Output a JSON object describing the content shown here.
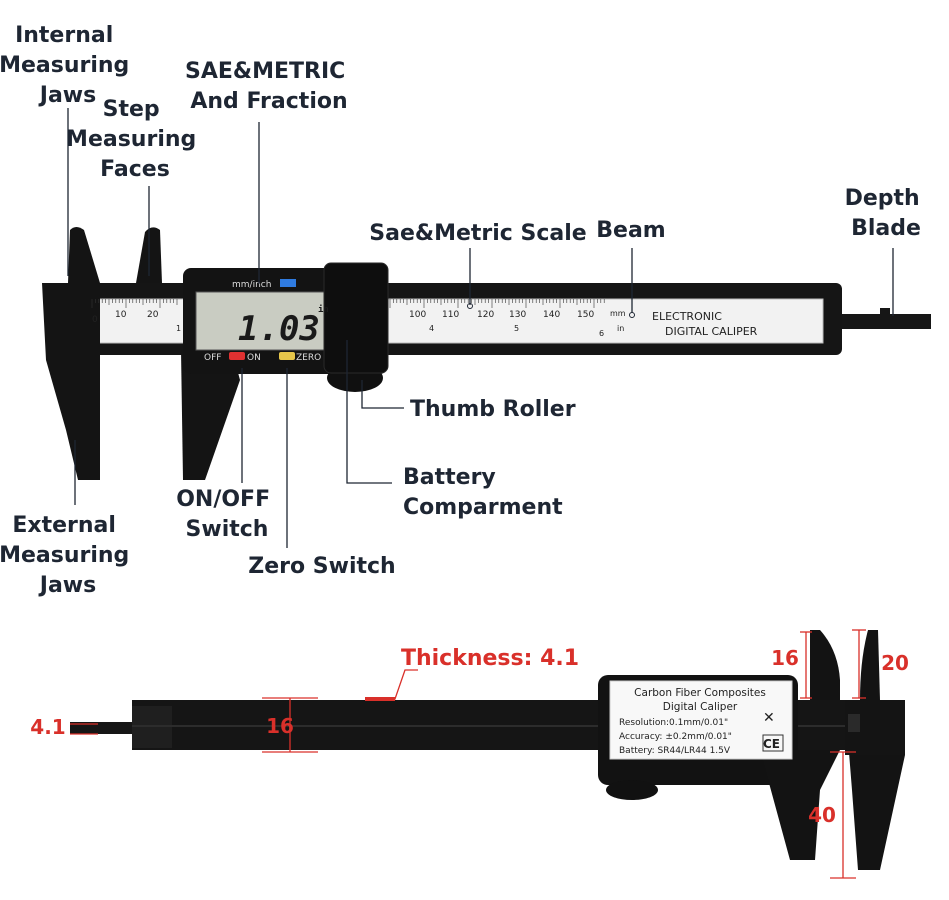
{
  "labels": {
    "internal_jaws": [
      "Internal",
      "Measuring",
      "Jaws"
    ],
    "step_faces": [
      "Step",
      "Measuring",
      "Faces"
    ],
    "sae_metric_fraction": [
      "SAE&METRIC",
      "And Fraction"
    ],
    "sae_metric_scale": "Sae&Metric Scale",
    "beam": "Beam",
    "depth_blade": [
      "Depth",
      "Blade"
    ],
    "thumb_roller": "Thumb Roller",
    "battery": [
      "Battery",
      "Comparment"
    ],
    "external_jaws": [
      "External",
      "Measuring",
      "Jaws"
    ],
    "on_off_switch": [
      "ON/OFF",
      "Switch"
    ],
    "zero_switch": "Zero Switch"
  },
  "device": {
    "mm_inch": "mm/inch",
    "reading": "1.03",
    "reading_unit": "in",
    "off": "OFF",
    "on": "ON",
    "zero": "ZERO",
    "scale_mm_ticks": [
      "0",
      "10",
      "20",
      "100",
      "110",
      "120",
      "130",
      "140",
      "150"
    ],
    "scale_in_ticks": [
      "1",
      "4",
      "5",
      "6"
    ],
    "unit_mm": "mm",
    "unit_in": "in",
    "title_line1": "ELECTRONIC",
    "title_line2": "DIGITAL CALIPER"
  },
  "back_label": {
    "line1": "Carbon Fiber Composites",
    "line2": "Digital Caliper",
    "resolution": "Resolution:0.1mm/0.01\"",
    "accuracy": "Accuracy: ±0.2mm/0.01\"",
    "battery": "Battery: SR44/LR44 1.5V",
    "ce": "CE"
  },
  "dimensions": {
    "thickness": "Thickness: 4.1",
    "depth": "4.1",
    "beam_width": "16",
    "jaw_16": "16",
    "jaw_20": "20",
    "jaw_40": "40"
  },
  "colors": {
    "label_text": "#1e2633",
    "dimension_red": "#d9302a",
    "body": "#141414",
    "scale_bg": "#f2f2f2",
    "lcd_bg": "#c9ccc2"
  }
}
